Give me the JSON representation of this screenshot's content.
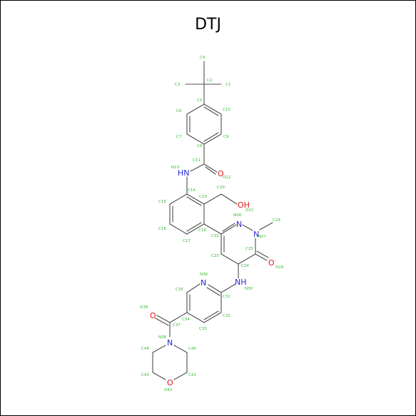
{
  "title": "DTJ",
  "colors": {
    "carbon": "#33b833",
    "nitrogen": "#2828d8",
    "oxygen": "#e01818",
    "bond": "#4d4d4d"
  },
  "hetero_labels": {
    "nh_amide": "HN",
    "o_amide": "O",
    "oh": "OH",
    "n_ring1": "N",
    "n_ring2": "N",
    "o_ketone": "O",
    "nh_amine": "NH",
    "n_pyridine": "N",
    "o_carbonyl": "O",
    "n_morpholine": "N",
    "o_morpholine": "O"
  },
  "atoms": [
    "C4",
    "C2",
    "C3",
    "C1",
    "C5",
    "C6",
    "C10",
    "C7",
    "C9",
    "C8",
    "C11",
    "N13",
    "O12",
    "C14",
    "C19",
    "C20",
    "C15",
    "O21",
    "N28",
    "C29",
    "C16",
    "C18",
    "C22",
    "N27",
    "C17",
    "C25",
    "C23",
    "C24",
    "O26",
    "N36",
    "N30",
    "C35",
    "C31",
    "O39",
    "C37",
    "C34",
    "C32",
    "C33",
    "N38",
    "C44",
    "C40",
    "C43",
    "C41",
    "O42"
  ]
}
